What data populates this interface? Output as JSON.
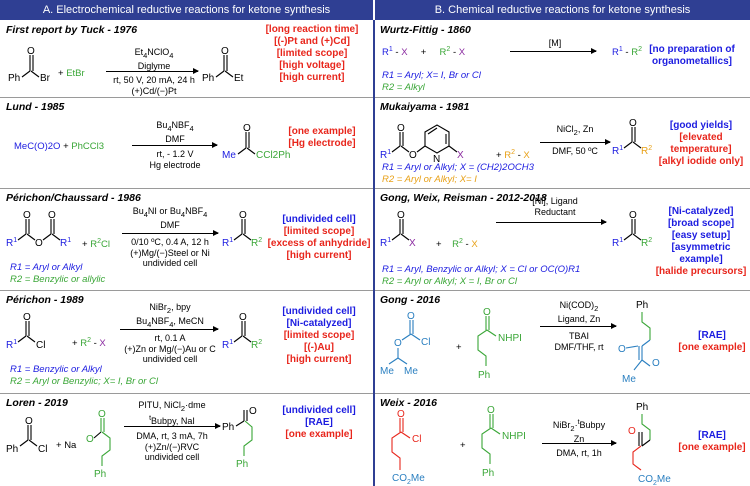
{
  "headers": {
    "left": "A. Electrochemical reductive reactions for ketone synthesis",
    "right": "B. Chemical reductive reactions for ketone synthesis"
  },
  "left": [
    {
      "title": "First report by Tuck - 1976",
      "reagent": "EtBr",
      "cond_top": [
        "Et4NClO4",
        "Diglyme"
      ],
      "cond_bottom": [
        "rt, 50 V, 20 mA, 24 h",
        "(+)Cd/(−)Pt"
      ],
      "tags": [
        "[long reaction time]",
        "[(-)Pt and (+)Cd]",
        "[limited scope]",
        "[high voltage]",
        "[high current]"
      ]
    },
    {
      "title": "Lund - 1985",
      "reactant1": "MeC(O)2O",
      "reactant2": "PhCCl3",
      "cond_top": [
        "Bu4NBF4",
        "DMF"
      ],
      "cond_bottom": [
        "rt, - 1.2 V",
        "Hg electrode"
      ],
      "product": "CCl2Ph",
      "tags": [
        "[one example]",
        "[Hg electrode]"
      ]
    },
    {
      "title": "Périchon/Chaussard - 1986",
      "reagent": "R2Cl",
      "cond_top": [
        "Bu4NI or Bu4NBF4",
        "DMF"
      ],
      "cond_bottom": [
        "0/10 ºC, 0.4 A, 12 h",
        "(+)Mg/(−)Steel or Ni",
        "undivided cell"
      ],
      "notes": [
        "R1 = Aryl or Alkyl",
        "R2 = Benzylic or allylic"
      ],
      "tags_blue": [
        "[undivided cell]"
      ],
      "tags": [
        "[limited scope]",
        "[excess of anhydride]",
        "[high current]"
      ]
    },
    {
      "title": "Périchon - 1989",
      "reagent": "R2 - X",
      "cond_top": [
        "NiBr2, bpy",
        "Bu4NBF4, MeCN"
      ],
      "cond_bottom": [
        "rt, 0.1 A",
        "(+)Zn or Mg/(−)Au or C",
        "undivided cell"
      ],
      "notes": [
        "R1 = Benzylic or Alkyl",
        "R2 = Aryl or Benzylic; X= I, Br or Cl"
      ],
      "tags_blue": [
        "[undivided cell]",
        "[Ni-catalyzed]"
      ],
      "tags": [
        "[limited scope]",
        "[(-)Au]",
        "[high current]"
      ]
    },
    {
      "title": "Loren - 2019",
      "reagent": "Na",
      "cond_top": [
        "PITU, NiCl2·dme",
        "tBubpy, NaI"
      ],
      "cond_bottom": [
        "DMA, rt, 3 mA, 7h",
        "(+)Zn/(−)RVC",
        "undivided cell"
      ],
      "tags_blue": [
        "[undivided cell]",
        "[RAE]"
      ],
      "tags": [
        "[one example]"
      ]
    }
  ],
  "right": [
    {
      "title": "Wurtz-Fittig - 1860",
      "r1": "R1 - X",
      "r2": "R2 - X",
      "cond_top": [
        "[M]"
      ],
      "product": "R1 - R2",
      "notes": [
        "R1 = Aryl; X= I, Br or Cl",
        "R2 = Alkyl"
      ],
      "tags_blue": [
        "[no preparation of",
        "organometallics]"
      ]
    },
    {
      "title": "Mukaiyama - 1981",
      "reagent": "R2 - X",
      "cond_top": [
        "NiCl2, Zn"
      ],
      "cond_bottom": [
        "DMF, 50 ºC"
      ],
      "notes": [
        "R1 = Aryl or Alkyl; X = (CH2)2OCH3",
        "R2 = Aryl or Alkyl; X= I"
      ],
      "tags_blue": [
        "[good yields]"
      ],
      "tags": [
        "[elevated",
        "temperature]",
        "[alkyl iodide only]"
      ]
    },
    {
      "title": "Gong, Weix, Reisman - 2012-2018",
      "reagent": "R2 - X",
      "cond_top": [
        "[Ni], Ligand",
        "Reductant"
      ],
      "notes": [
        "R1 = Aryl, Benzylic or Alkyl; X = Cl or OC(O)R1",
        "R2 = Aryl or Alkyl; X = I, Br or Cl"
      ],
      "tags_blue": [
        "[Ni-catalyzed]",
        "[broad scope]",
        "[easy setup]",
        "[asymmetric",
        "example]"
      ],
      "tags": [
        "[halide precursors]"
      ]
    },
    {
      "title": "Gong - 2016",
      "cond_top": [
        "Ni(COD)2",
        "Ligand, Zn"
      ],
      "cond_bottom": [
        "TBAI",
        "DMF/THF, rt"
      ],
      "tags_blue": [
        "[RAE]"
      ],
      "tags": [
        "[one example]"
      ]
    },
    {
      "title": "Weix - 2016",
      "cond_top": [
        "NiBr2·tBubpy",
        "Zn"
      ],
      "cond_bottom": [
        "DMA, rt, 1h"
      ],
      "tags_blue": [
        "[RAE]"
      ],
      "tags": [
        "[one example]"
      ]
    }
  ]
}
